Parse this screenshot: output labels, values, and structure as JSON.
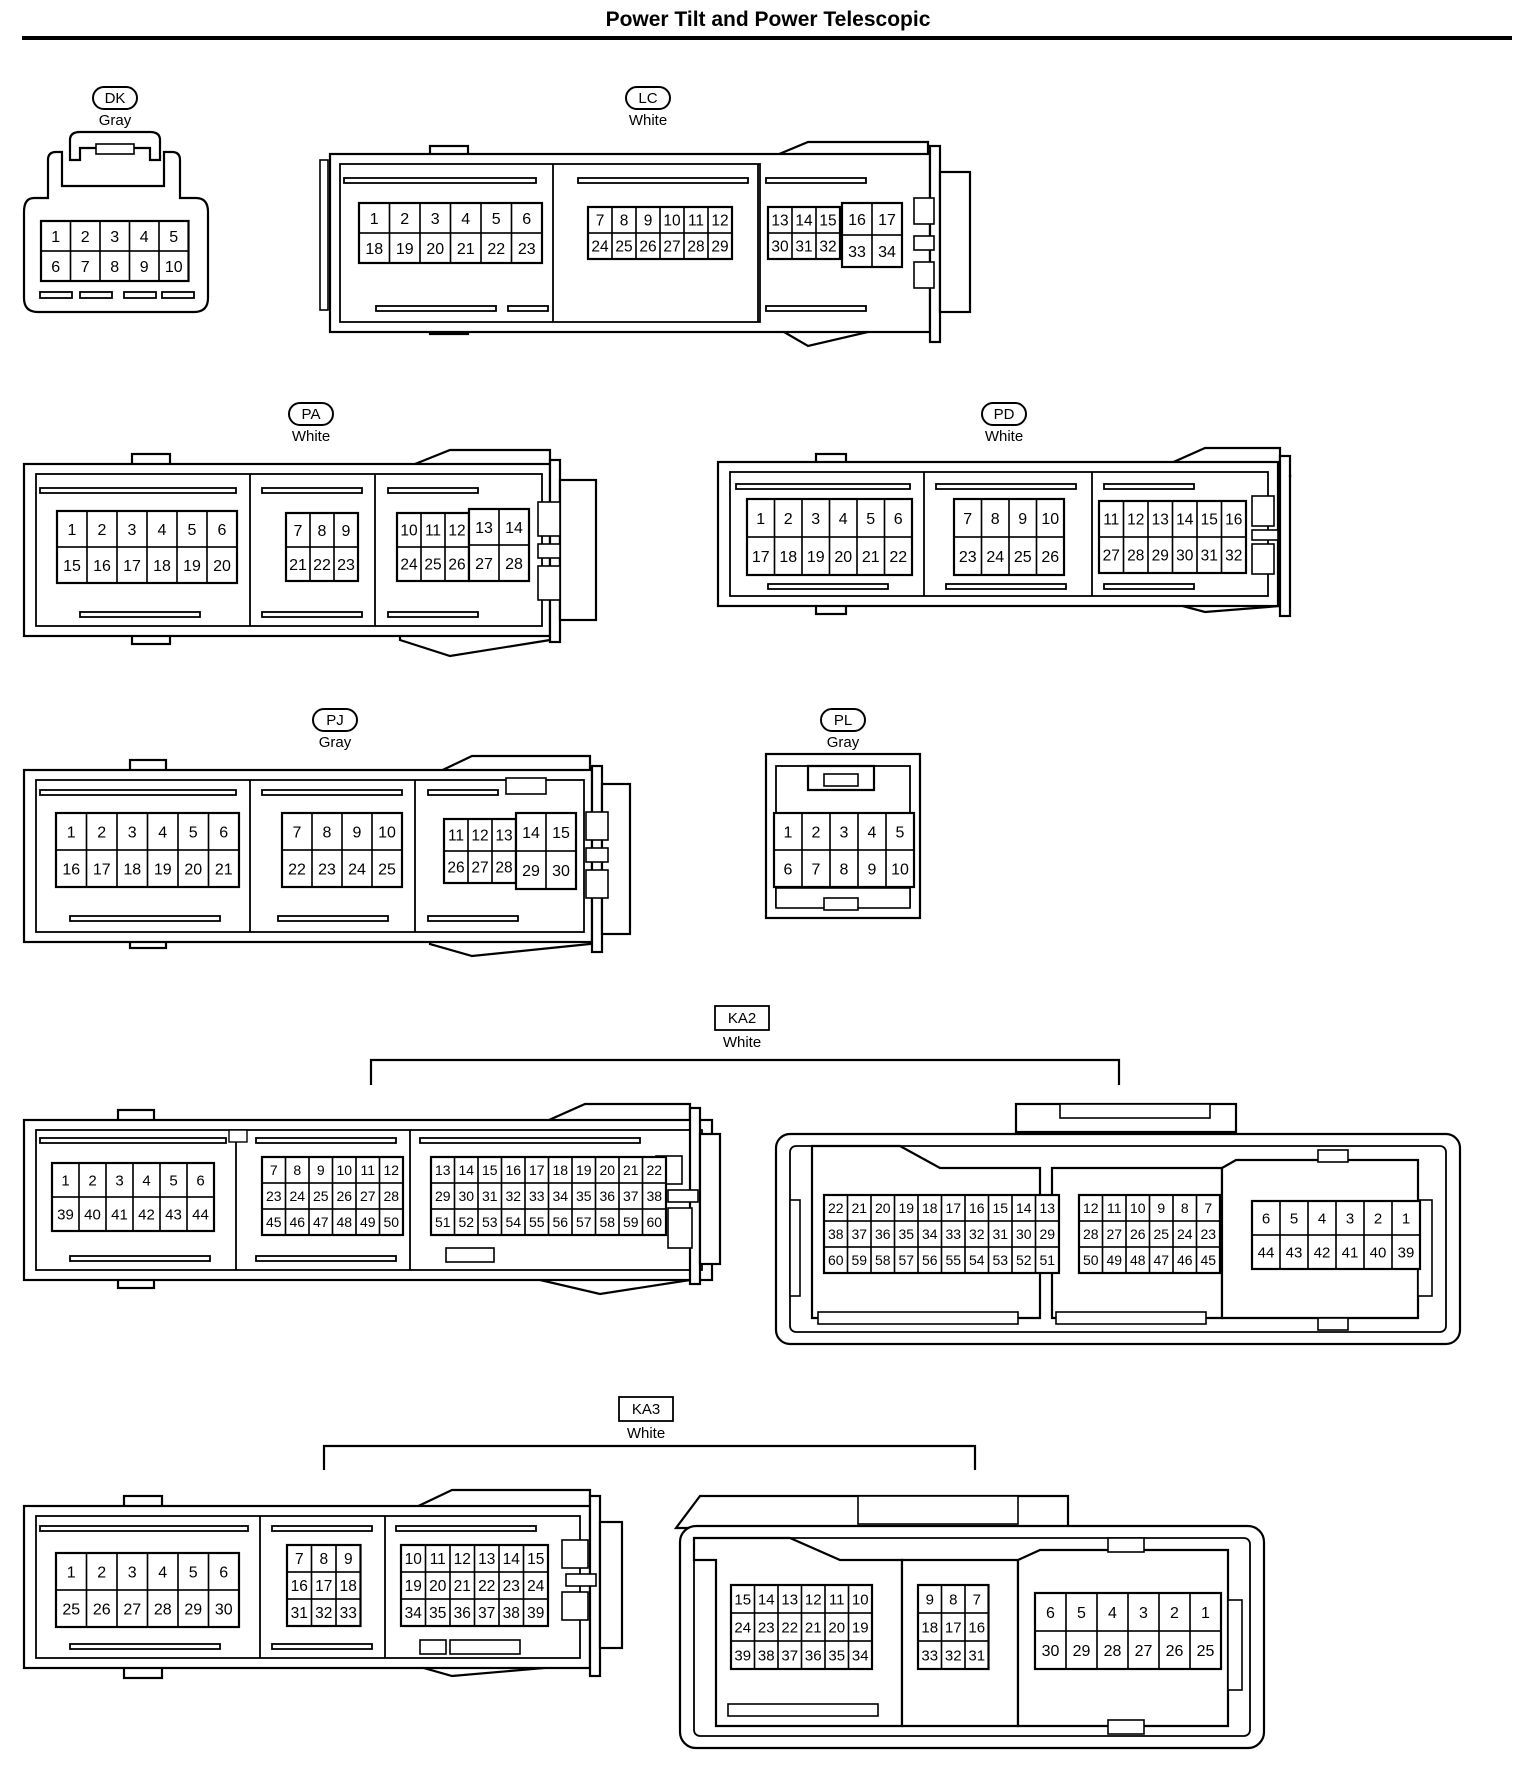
{
  "title": "Power Tilt and Power Telescopic",
  "connectors": [
    {
      "id": "DK",
      "color": "Gray",
      "halves": [
        {
          "groups": [
            {
              "rows": [
                [
                  "1",
                  "2",
                  "3",
                  "4",
                  "5"
                ],
                [
                  "6",
                  "7",
                  "8",
                  "9",
                  "10"
                ]
              ]
            }
          ]
        }
      ]
    },
    {
      "id": "LC",
      "color": "White",
      "halves": [
        {
          "groups": [
            {
              "rows": [
                [
                  "1",
                  "2",
                  "3",
                  "4",
                  "5",
                  "6"
                ],
                [
                  "18",
                  "19",
                  "20",
                  "21",
                  "22",
                  "23"
                ]
              ]
            },
            {
              "rows": [
                [
                  "7",
                  "8",
                  "9",
                  "10",
                  "11",
                  "12"
                ],
                [
                  "24",
                  "25",
                  "26",
                  "27",
                  "28",
                  "29"
                ]
              ]
            },
            {
              "rows": [
                [
                  "13",
                  "14",
                  "15"
                ],
                [
                  "30",
                  "31",
                  "32"
                ]
              ]
            },
            {
              "rows": [
                [
                  "16",
                  "17"
                ],
                [
                  "33",
                  "34"
                ]
              ]
            }
          ]
        }
      ]
    },
    {
      "id": "PA",
      "color": "White",
      "halves": [
        {
          "groups": [
            {
              "rows": [
                [
                  "1",
                  "2",
                  "3",
                  "4",
                  "5",
                  "6"
                ],
                [
                  "15",
                  "16",
                  "17",
                  "18",
                  "19",
                  "20"
                ]
              ]
            },
            {
              "rows": [
                [
                  "7",
                  "8",
                  "9"
                ],
                [
                  "21",
                  "22",
                  "23"
                ]
              ]
            },
            {
              "rows": [
                [
                  "10",
                  "11",
                  "12"
                ],
                [
                  "24",
                  "25",
                  "26"
                ]
              ]
            },
            {
              "rows": [
                [
                  "13",
                  "14"
                ],
                [
                  "27",
                  "28"
                ]
              ]
            }
          ]
        }
      ]
    },
    {
      "id": "PD",
      "color": "White",
      "halves": [
        {
          "groups": [
            {
              "rows": [
                [
                  "1",
                  "2",
                  "3",
                  "4",
                  "5",
                  "6"
                ],
                [
                  "17",
                  "18",
                  "19",
                  "20",
                  "21",
                  "22"
                ]
              ]
            },
            {
              "rows": [
                [
                  "7",
                  "8",
                  "9",
                  "10"
                ],
                [
                  "23",
                  "24",
                  "25",
                  "26"
                ]
              ]
            },
            {
              "rows": [
                [
                  "11",
                  "12",
                  "13",
                  "14",
                  "15",
                  "16"
                ],
                [
                  "27",
                  "28",
                  "29",
                  "30",
                  "31",
                  "32"
                ]
              ]
            }
          ]
        }
      ]
    },
    {
      "id": "PJ",
      "color": "Gray",
      "halves": [
        {
          "groups": [
            {
              "rows": [
                [
                  "1",
                  "2",
                  "3",
                  "4",
                  "5",
                  "6"
                ],
                [
                  "16",
                  "17",
                  "18",
                  "19",
                  "20",
                  "21"
                ]
              ]
            },
            {
              "rows": [
                [
                  "7",
                  "8",
                  "9",
                  "10"
                ],
                [
                  "22",
                  "23",
                  "24",
                  "25"
                ]
              ]
            },
            {
              "rows": [
                [
                  "11",
                  "12",
                  "13"
                ],
                [
                  "26",
                  "27",
                  "28"
                ]
              ]
            },
            {
              "rows": [
                [
                  "14",
                  "15"
                ],
                [
                  "29",
                  "30"
                ]
              ]
            }
          ]
        }
      ]
    },
    {
      "id": "PL",
      "color": "Gray",
      "halves": [
        {
          "groups": [
            {
              "rows": [
                [
                  "1",
                  "2",
                  "3",
                  "4",
                  "5"
                ],
                [
                  "6",
                  "7",
                  "8",
                  "9",
                  "10"
                ]
              ]
            }
          ]
        }
      ]
    },
    {
      "id": "KA2",
      "color": "White",
      "halves": [
        {
          "groups": [
            {
              "rows": [
                [
                  "1",
                  "2",
                  "3",
                  "4",
                  "5",
                  "6"
                ],
                [
                  "39",
                  "40",
                  "41",
                  "42",
                  "43",
                  "44"
                ]
              ]
            },
            {
              "rows": [
                [
                  "7",
                  "8",
                  "9",
                  "10",
                  "11",
                  "12"
                ],
                [
                  "23",
                  "24",
                  "25",
                  "26",
                  "27",
                  "28"
                ],
                [
                  "45",
                  "46",
                  "47",
                  "48",
                  "49",
                  "50"
                ]
              ]
            },
            {
              "rows": [
                [
                  "13",
                  "14",
                  "15",
                  "16",
                  "17",
                  "18",
                  "19",
                  "20",
                  "21",
                  "22"
                ],
                [
                  "29",
                  "30",
                  "31",
                  "32",
                  "33",
                  "34",
                  "35",
                  "36",
                  "37",
                  "38"
                ],
                [
                  "51",
                  "52",
                  "53",
                  "54",
                  "55",
                  "56",
                  "57",
                  "58",
                  "59",
                  "60"
                ]
              ]
            }
          ]
        },
        {
          "groups": [
            {
              "rows": [
                [
                  "22",
                  "21",
                  "20",
                  "19",
                  "18",
                  "17",
                  "16",
                  "15",
                  "14",
                  "13"
                ],
                [
                  "38",
                  "37",
                  "36",
                  "35",
                  "34",
                  "33",
                  "32",
                  "31",
                  "30",
                  "29"
                ],
                [
                  "60",
                  "59",
                  "58",
                  "57",
                  "56",
                  "55",
                  "54",
                  "53",
                  "52",
                  "51"
                ]
              ]
            },
            {
              "rows": [
                [
                  "12",
                  "11",
                  "10",
                  "9",
                  "8",
                  "7"
                ],
                [
                  "28",
                  "27",
                  "26",
                  "25",
                  "24",
                  "23"
                ],
                [
                  "50",
                  "49",
                  "48",
                  "47",
                  "46",
                  "45"
                ]
              ]
            },
            {
              "rows": [
                [
                  "6",
                  "5",
                  "4",
                  "3",
                  "2",
                  "1"
                ],
                [
                  "44",
                  "43",
                  "42",
                  "41",
                  "40",
                  "39"
                ]
              ]
            }
          ]
        }
      ]
    },
    {
      "id": "KA3",
      "color": "White",
      "halves": [
        {
          "groups": [
            {
              "rows": [
                [
                  "1",
                  "2",
                  "3",
                  "4",
                  "5",
                  "6"
                ],
                [
                  "25",
                  "26",
                  "27",
                  "28",
                  "29",
                  "30"
                ]
              ]
            },
            {
              "rows": [
                [
                  "7",
                  "8",
                  "9"
                ],
                [
                  "16",
                  "17",
                  "18"
                ],
                [
                  "31",
                  "32",
                  "33"
                ]
              ]
            },
            {
              "rows": [
                [
                  "10",
                  "11",
                  "12",
                  "13",
                  "14",
                  "15"
                ],
                [
                  "19",
                  "20",
                  "21",
                  "22",
                  "23",
                  "24"
                ],
                [
                  "34",
                  "35",
                  "36",
                  "37",
                  "38",
                  "39"
                ]
              ]
            }
          ]
        },
        {
          "groups": [
            {
              "rows": [
                [
                  "15",
                  "14",
                  "13",
                  "12",
                  "11",
                  "10"
                ],
                [
                  "24",
                  "23",
                  "22",
                  "21",
                  "20",
                  "19"
                ],
                [
                  "39",
                  "38",
                  "37",
                  "36",
                  "35",
                  "34"
                ]
              ]
            },
            {
              "rows": [
                [
                  "9",
                  "8",
                  "7"
                ],
                [
                  "18",
                  "17",
                  "16"
                ],
                [
                  "33",
                  "32",
                  "31"
                ]
              ]
            },
            {
              "rows": [
                [
                  "6",
                  "5",
                  "4",
                  "3",
                  "2",
                  "1"
                ],
                [
                  "30",
                  "29",
                  "28",
                  "27",
                  "26",
                  "25"
                ]
              ]
            }
          ]
        }
      ]
    }
  ]
}
